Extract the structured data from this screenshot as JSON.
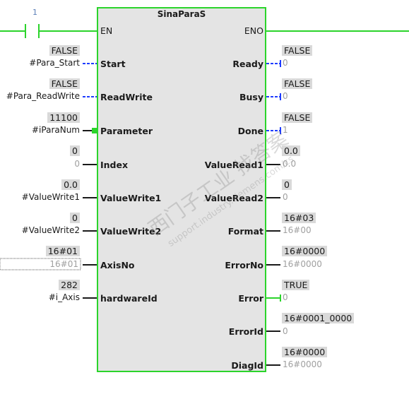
{
  "rung_number": "1",
  "block": {
    "title": "SinaParaS"
  },
  "inputs": [
    {
      "pin": "EN",
      "value": "",
      "param": ""
    },
    {
      "pin": "Start",
      "value": "FALSE",
      "param": "#Para_Start"
    },
    {
      "pin": "ReadWrite",
      "value": "FALSE",
      "param": "#Para_ReadWrite"
    },
    {
      "pin": "Parameter",
      "value": "11100",
      "param": "#iParaNum"
    },
    {
      "pin": "Index",
      "value": "0",
      "param": "0"
    },
    {
      "pin": "ValueWrite1",
      "value": "0.0",
      "param": "#ValueWrite1"
    },
    {
      "pin": "ValueWrite2",
      "value": "0",
      "param": "#ValueWrite2"
    },
    {
      "pin": "AxisNo",
      "value": "16#01",
      "param": "16#01"
    },
    {
      "pin": "hardwareId",
      "value": "282",
      "param": "#i_Axis"
    }
  ],
  "outputs": [
    {
      "pin": "ENO",
      "value": "",
      "param": ""
    },
    {
      "pin": "Ready",
      "value": "FALSE",
      "param": "0"
    },
    {
      "pin": "Busy",
      "value": "FALSE",
      "param": "0"
    },
    {
      "pin": "Done",
      "value": "FALSE",
      "param": "1"
    },
    {
      "pin": "ValueRead1",
      "value": "0.0",
      "param": "0.0"
    },
    {
      "pin": "ValueRead2",
      "value": "0",
      "param": "0"
    },
    {
      "pin": "Format",
      "value": "16#03",
      "param": "16#00"
    },
    {
      "pin": "ErrorNo",
      "value": "16#0000",
      "param": "16#0000"
    },
    {
      "pin": "Error",
      "value": "TRUE",
      "param": "0"
    },
    {
      "pin": "ErrorId",
      "value": "16#0001_0000",
      "param": "0"
    },
    {
      "pin": "DiagId",
      "value": "16#0000",
      "param": "16#0000"
    }
  ],
  "watermark": {
    "line1": "西门子工业 找答案",
    "line2": "support.industry.siemens.com/cs"
  },
  "colors": {
    "power_rail": "#2bd42b",
    "boolean_link": "#1e3cff",
    "block_border": "#2bd42b",
    "value_box": "#d9d9d9"
  }
}
